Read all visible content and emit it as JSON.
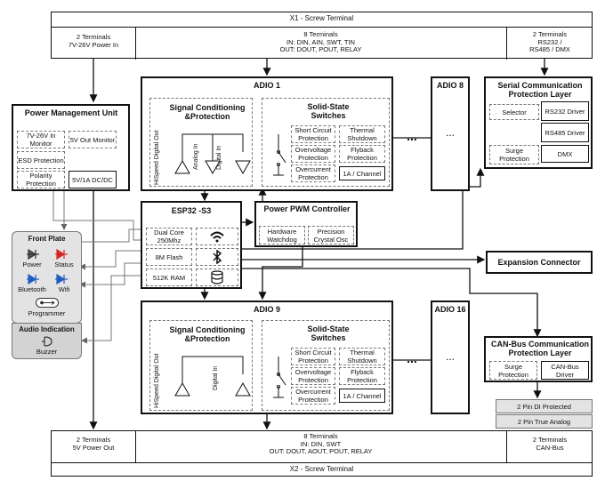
{
  "x1": {
    "title": "X1 - Screw Terminal",
    "power_in": [
      "2 Terminals",
      "7V-26V Power In"
    ],
    "io": [
      "8 Terminals",
      "IN: DIN, AIN, SWT, TIN",
      "OUT: DOUT, POUT, RELAY"
    ],
    "serial": [
      "2 Terminals",
      "RS232 /",
      "RS485 / DMX"
    ]
  },
  "x2": {
    "title": "X2 - Screw Terminal",
    "power_out": [
      "2 Terminals",
      "5V Power Out"
    ],
    "io": [
      "8 Terminals",
      "IN: DIN, SWT",
      "OUT: DOUT, AOUT, POUT, RELAY"
    ],
    "can": [
      "2 Terminals",
      "CAN-Bus"
    ]
  },
  "pmu": {
    "title": "Power Management Unit",
    "monitor_in": "7V-26V In Monitor",
    "monitor_out": "5V Out Monitor",
    "esd": "ESD Protection",
    "polarity": "Polarity Protection",
    "dcdc": "5V/1A DC/DC"
  },
  "adio1": {
    "title": "ADIO 1",
    "sc_title": "Signal Conditioning &Protection",
    "hispeed": "HiSpeed Digital Out",
    "analog_in": "Analog In",
    "digital_in": "Digital In",
    "ss_title": "Solid-State Switches",
    "short": "Short Circuit Protection",
    "thermal": "Thermal Shutdown",
    "overvoltage": "Overvoltage Protection",
    "flyback": "Flyback Protection",
    "overcurrent": "Overcurrent Protection",
    "channel": "1A / Channel"
  },
  "adio8": {
    "title": "ADIO 8",
    "ellipsis": "..."
  },
  "adio9": {
    "title": "ADIO 9",
    "sc_title": "Signal Conditioning &Protection",
    "hispeed": "HiSpeed Digital Out",
    "digital_in": "Digital In",
    "ss_title": "Solid-State Switches",
    "short": "Short Circuit Protection",
    "thermal": "Thermal Shutdown",
    "overvoltage": "Overvoltage Protection",
    "flyback": "Flyback Protection",
    "overcurrent": "Overcurrent Protection",
    "channel": "1A / Channel"
  },
  "adio16": {
    "title": "ADIO 16",
    "ellipsis": "..."
  },
  "dots": "...",
  "esp": {
    "title": "ESP32 -S3",
    "dual_core": "Dual Core 250Mhz",
    "flash": "8M Flash",
    "ram": "512K RAM",
    "icons": [
      "wifi-icon",
      "bluetooth-icon",
      "database-icon"
    ]
  },
  "pwm": {
    "title": "Power PWM Controller",
    "watchdog": "Hardware Watchdog",
    "osc": "Precision Crystal Osc"
  },
  "serial": {
    "title": "Serial Communication Protection Layer",
    "selector": "Selector",
    "rs232": "RS232 Driver",
    "rs485": "RS485 Driver",
    "surge": "Surge Protection",
    "dmx": "DMX"
  },
  "expansion": {
    "title": "Expansion Connector"
  },
  "can": {
    "title": "CAN-Bus Communication Protection Layer",
    "surge": "Surge Protection",
    "driver": "CAN-Bus Driver",
    "di": "2 Pin DI Protected",
    "analog": "2 Pin True Analog"
  },
  "front": {
    "title": "Front Plate",
    "power": "Power",
    "status": "Status",
    "bluetooth": "Bluetooth",
    "wifi": "Wifi",
    "programmer": "Programmer",
    "led_colors": {
      "power": "#333333",
      "status": "#d62728",
      "bluetooth": "#1f5fbf",
      "wifi": "#1f5fbf"
    }
  },
  "audio": {
    "title": "Audio Indication",
    "buzzer": "Buzzer"
  }
}
